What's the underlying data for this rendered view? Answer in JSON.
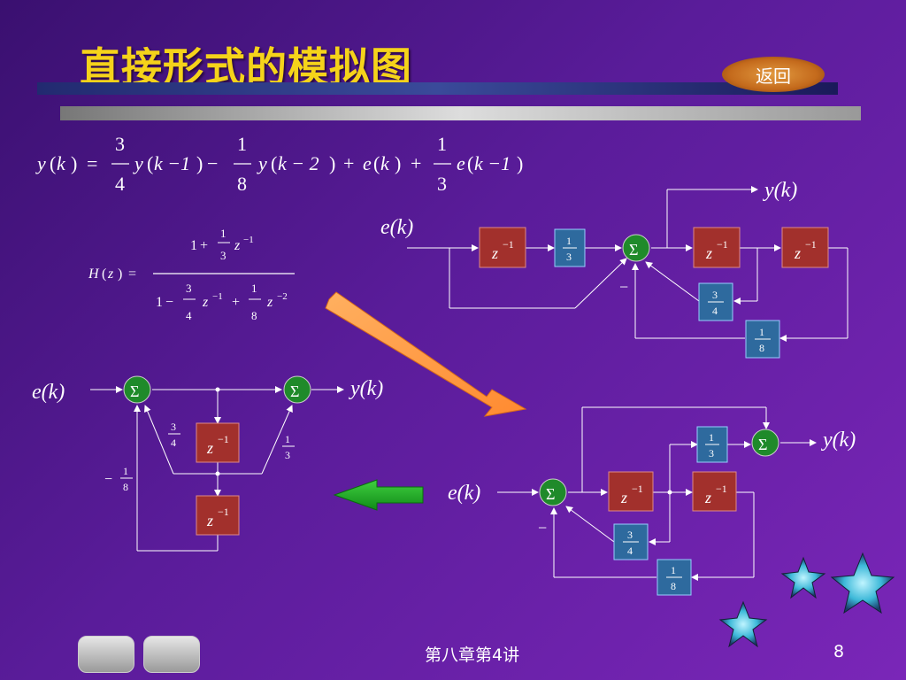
{
  "title": "直接形式的模拟图",
  "back_button": "返回",
  "footer": {
    "chapter": "第八章第4讲",
    "page": "8"
  },
  "equation": {
    "y": "y",
    "k": "k",
    "e": "e",
    "H": "H",
    "zvar": "z",
    "eq": "=",
    "plus": "+",
    "minus": "−",
    "lp": "(",
    "rp": ")",
    "k_minus_1": "k −1",
    "k_minus_2": "k − 2",
    "n3": "3",
    "n4": "4",
    "n1": "1",
    "n8": "8",
    "zinv": "−1",
    "zinv2": "−2"
  },
  "labels": {
    "sum": "Σ",
    "z": "z",
    "inv": "−1",
    "ek": "e(k)",
    "yk": "y(k)",
    "c3_4_num": "3",
    "c3_4_den": "4",
    "c1_8_num": "1",
    "c1_8_den": "8",
    "c1_3_num": "1",
    "c1_3_den": "3",
    "minus": "−"
  },
  "colors": {
    "delay_block": "#a2302c",
    "coef_block": "#2e6a9e",
    "summer": "#1f8a2a",
    "arrow_orange": "#ff9a40",
    "arrow_green": "#1ab02a",
    "title": "#f5d31a"
  },
  "icons": [
    "star-icon",
    "nav-prev-button",
    "nav-next-button"
  ]
}
